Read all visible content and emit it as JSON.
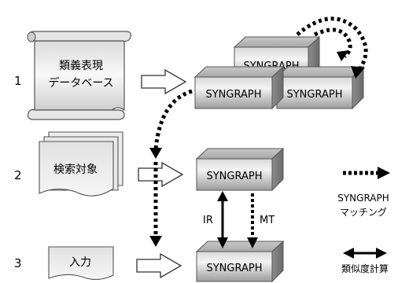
{
  "rows": [
    {
      "number": "1",
      "source_label_line1": "類義表現",
      "source_label_line2": "データベース"
    },
    {
      "number": "2",
      "source_label": "検索対象"
    },
    {
      "number": "3",
      "source_label": "入力"
    }
  ],
  "blocks": {
    "top": "SYNGRAPH",
    "mid_left": "SYNGRAPH",
    "mid_right": "SYNGRAPH",
    "row2": "SYNGRAPH",
    "row3": "SYNGRAPH"
  },
  "connectors": {
    "ir": "IR",
    "mt": "MT"
  },
  "legend": {
    "matching_line1": "SYNGRAPH",
    "matching_line2": "マッチング",
    "similarity": "類似度計算"
  }
}
